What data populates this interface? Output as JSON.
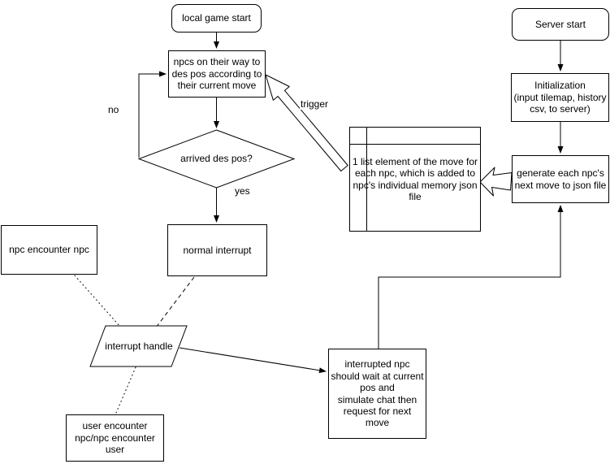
{
  "diagram": {
    "type": "flowchart",
    "colors": {
      "stroke": "#000000",
      "fill": "#ffffff",
      "text": "#000000"
    },
    "nodes": {
      "local_game_start": "local game start",
      "npc_moving": "npcs on their way to\ndes pos according to\ntheir current move",
      "arrived_des_pos": "arrived des pos?",
      "normal_interrupt": "normal interrupt",
      "npc_encounter_npc": "npc encounter npc",
      "interrupt_handle": "interrupt handle",
      "user_encounter": "user encounter\nnpc/npc encounter\nuser",
      "server_start": "Server start",
      "initialization": "Initialization\n(input tilemap, history\ncsv, to server)",
      "generate_move": "generate each npc's\nnext move to json file",
      "memory_table": "1 list element of the move for\neach npc, which is added to\nnpc's individual memory json\nfile",
      "interrupted_npc": "interrupted npc\nshould wait at current\npos and\nsimulate chat then\nrequest for next move"
    },
    "edge_labels": {
      "no": "no",
      "yes": "yes",
      "trigger": "trigger"
    }
  }
}
